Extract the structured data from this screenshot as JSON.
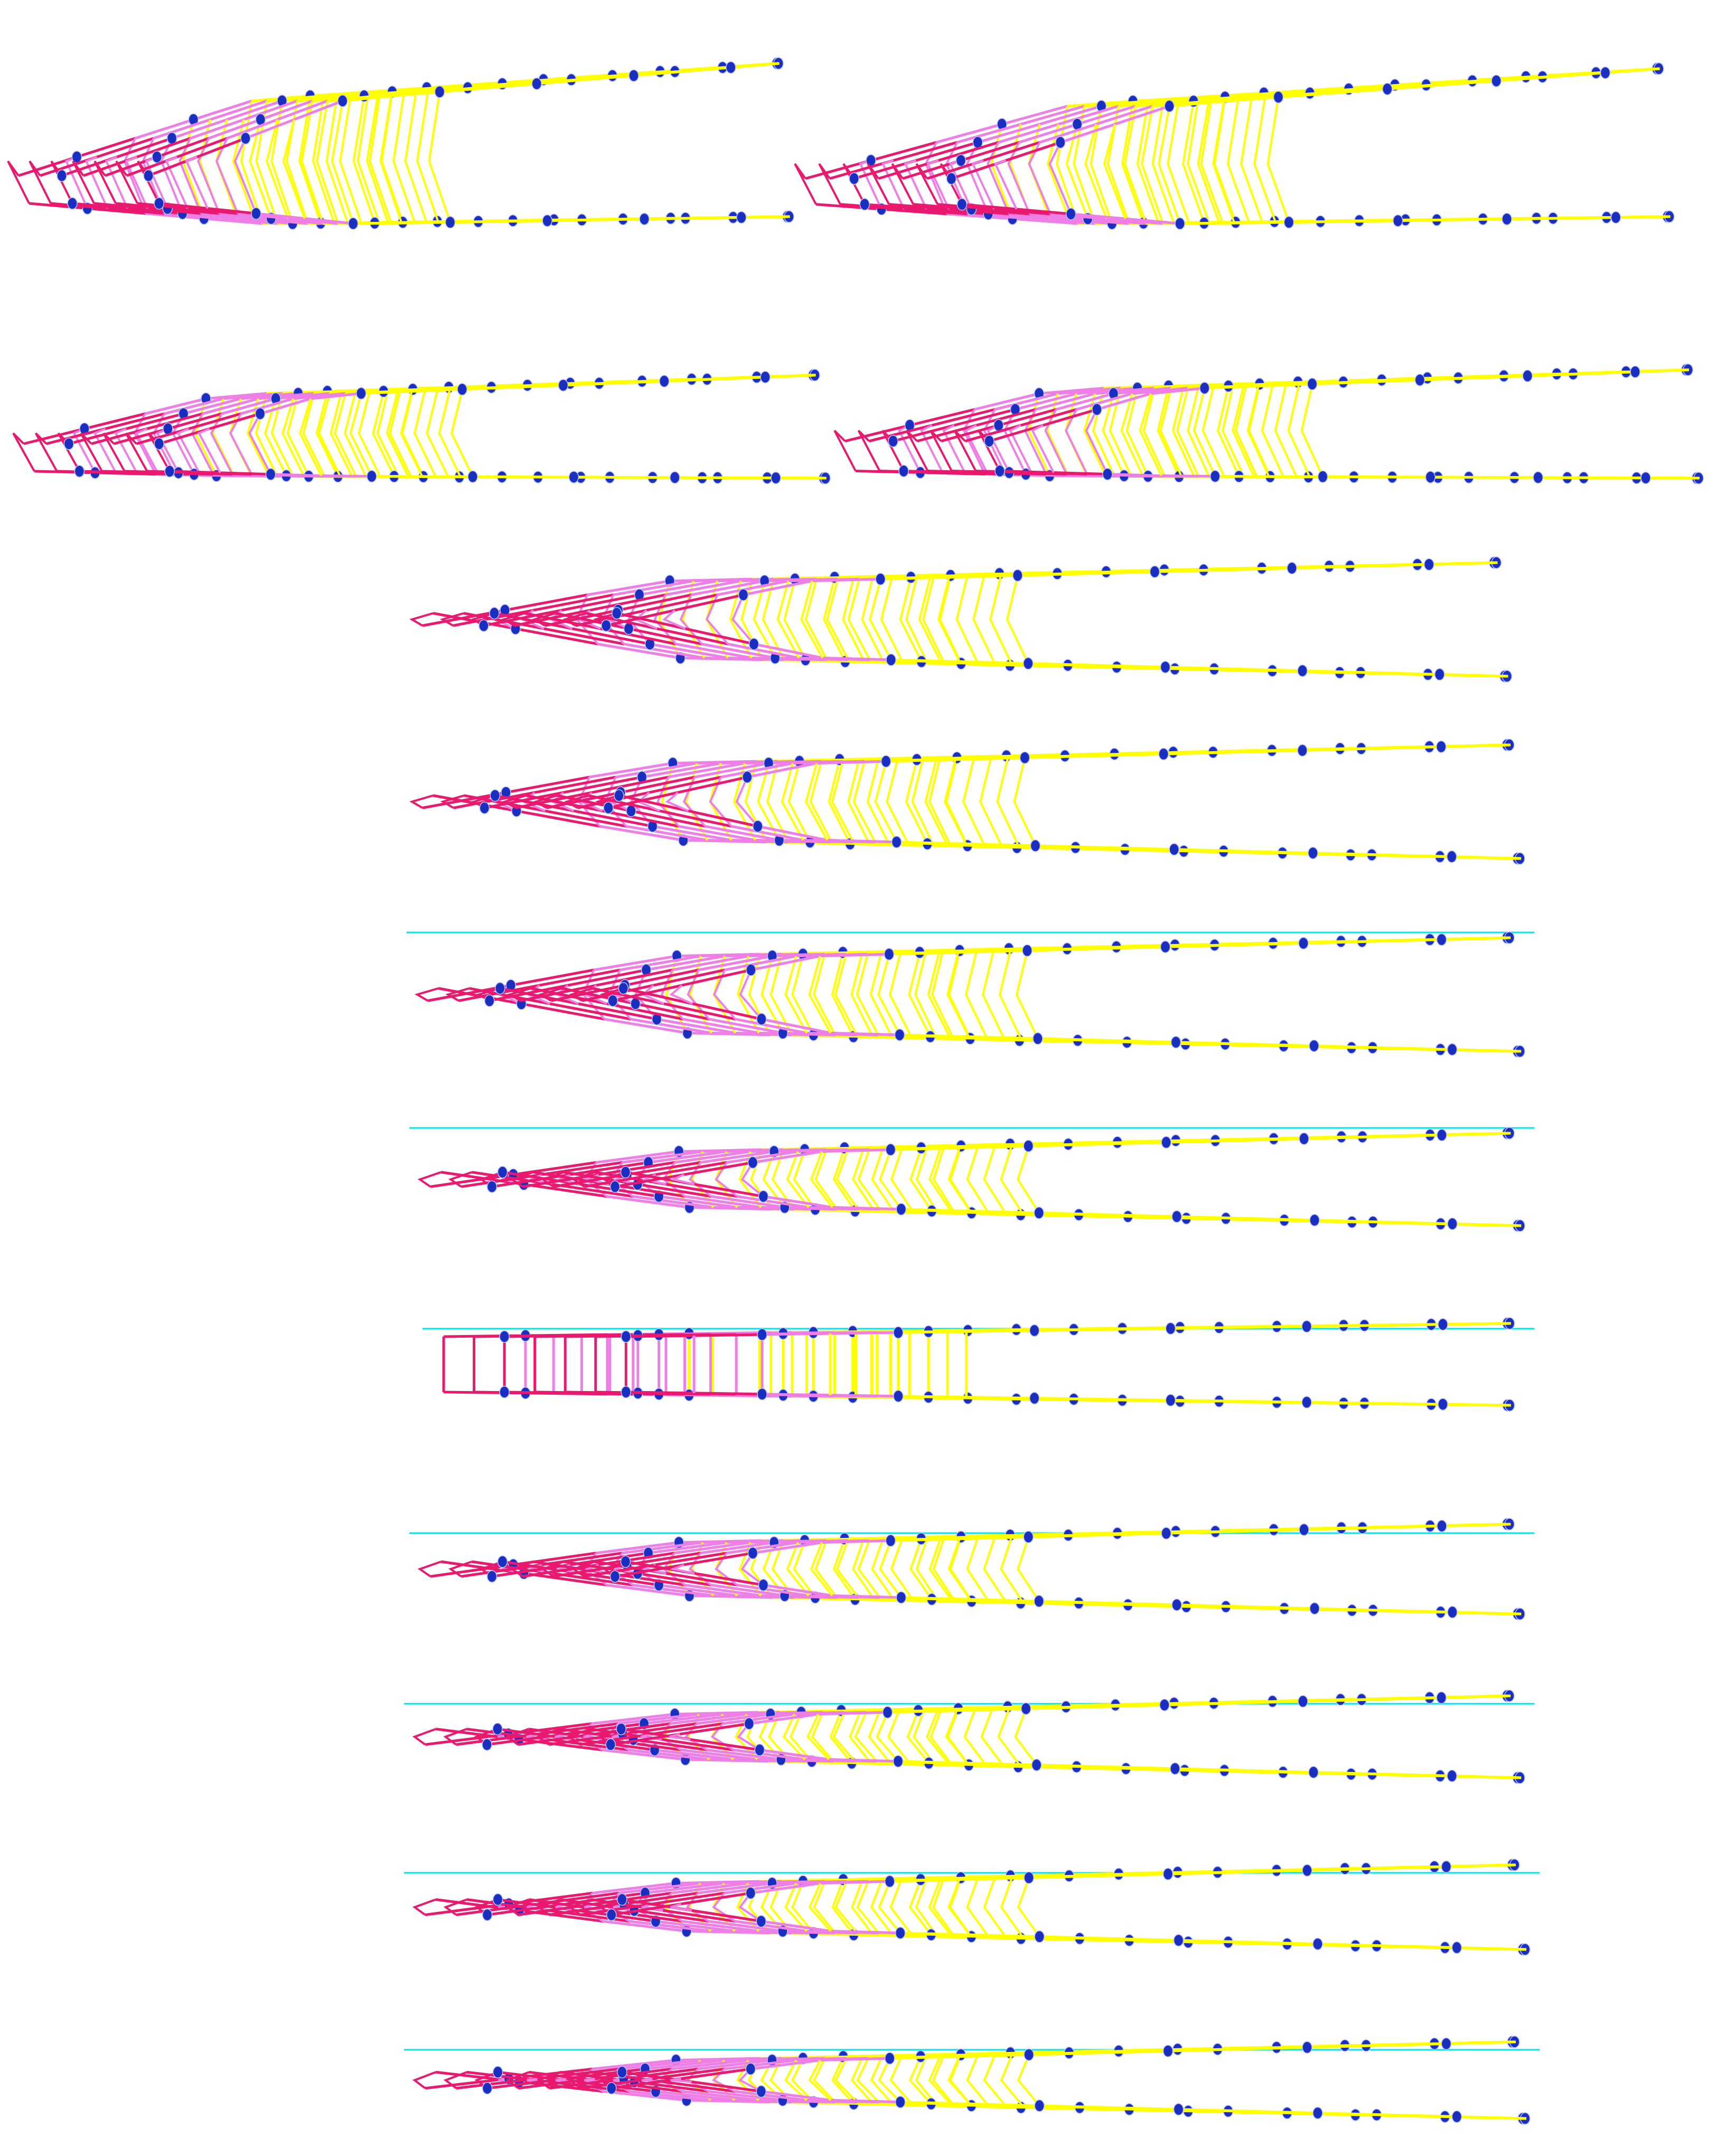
{
  "figure": {
    "description_hidden": true,
    "background": "#ffffff",
    "colors": {
      "joint": "#1a2fc0",
      "joint_highlight": "#b8c0ff",
      "edge_head": "#e8196e",
      "edge_mid": "#ee7fe6",
      "edge_tail": "#ffff00",
      "reference_line": "#00e5ee"
    },
    "panels": [
      {
        "id": "panel-1",
        "pose": "wide-u"
      },
      {
        "id": "panel-2",
        "pose": "wide-u"
      },
      {
        "id": "panel-3",
        "pose": "flat-u"
      },
      {
        "id": "panel-4",
        "pose": "flat-u"
      },
      {
        "id": "panel-5",
        "pose": "chevron"
      },
      {
        "id": "panel-6",
        "pose": "chevron"
      },
      {
        "id": "panel-7",
        "pose": "chevron",
        "reference_line": true
      },
      {
        "id": "panel-8",
        "pose": "chevron",
        "reference_line": true
      },
      {
        "id": "panel-9",
        "pose": "ladder",
        "reference_line": true
      },
      {
        "id": "panel-10",
        "pose": "chevron",
        "reference_line": true
      },
      {
        "id": "panel-11",
        "pose": "chevron",
        "reference_line": true
      },
      {
        "id": "panel-12",
        "pose": "chevron",
        "reference_line": true
      },
      {
        "id": "panel-13",
        "pose": "chevron",
        "reference_line": true
      }
    ]
  }
}
